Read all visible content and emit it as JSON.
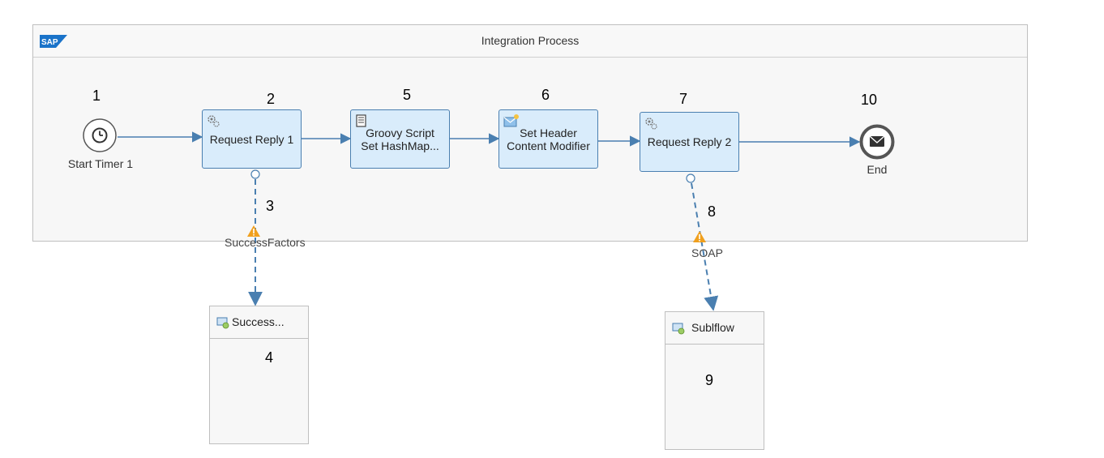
{
  "pool": {
    "title": "Integration Process",
    "logo_text": "SAP"
  },
  "events": {
    "start": {
      "label": "Start Timer 1",
      "number": "1",
      "icon": "clock-icon"
    },
    "end": {
      "label": "End",
      "number": "10",
      "icon": "envelope-icon"
    }
  },
  "steps": [
    {
      "id": "request_reply_1",
      "number": "2",
      "line1": "Request Reply 1",
      "line2": "",
      "icon": "gear-icon"
    },
    {
      "id": "groovy_script",
      "number": "5",
      "line1": "Groovy Script",
      "line2": "Set HashMap...",
      "icon": "script-icon"
    },
    {
      "id": "content_modifier",
      "number": "6",
      "line1": "Set Header",
      "line2": "Content Modifier",
      "icon": "envelope-edit-icon"
    },
    {
      "id": "request_reply_2",
      "number": "7",
      "line1": "Request Reply 2",
      "line2": "",
      "icon": "gear-icon"
    }
  ],
  "connections": [
    {
      "number": "3",
      "label": "SuccessFactors",
      "warning": true
    },
    {
      "number": "8",
      "label": "SOAP",
      "warning": true
    }
  ],
  "receivers": [
    {
      "number": "4",
      "title": "Success...",
      "icon": "receiver-icon"
    },
    {
      "number": "9",
      "title": "Sublflow",
      "icon": "receiver-icon"
    }
  ],
  "colors": {
    "step_fill": "#d9ecfb",
    "step_border": "#4a7fb0",
    "flow": "#4a7fb0",
    "warning": "#f0a01e"
  }
}
